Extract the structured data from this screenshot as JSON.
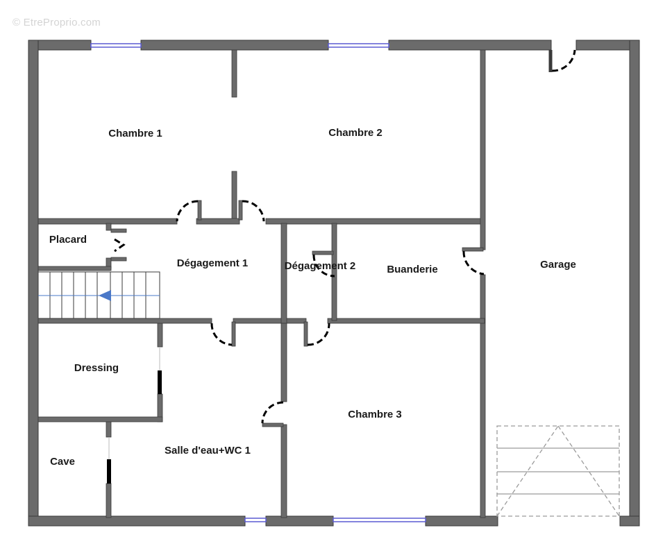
{
  "watermark": "© EtreProprio.com",
  "rooms": {
    "chambre1": "Chambre 1",
    "chambre2": "Chambre 2",
    "placard": "Placard",
    "degagement1": "Dégagement 1",
    "degagement2": "Dégagement 2",
    "buanderie": "Buanderie",
    "garage": "Garage",
    "dressing": "Dressing",
    "chambre3": "Chambre 3",
    "cave": "Cave",
    "salle_eau": "Salle d'eau+WC 1"
  },
  "colors": {
    "wall_fill": "#6b6b6b",
    "wall_stroke": "#3a3a3a",
    "window": "#5a5ad2",
    "stair_arrow": "#4a78c8",
    "door": "#000000"
  }
}
